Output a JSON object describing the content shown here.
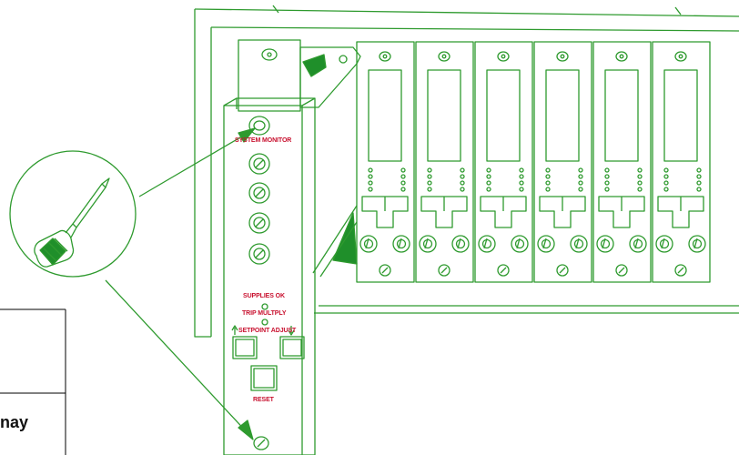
{
  "labels": {
    "system_monitor": "SYSTEM MONITOR",
    "supplies_ok": "SUPPLIES OK",
    "trip_multiply": "TRIP MULTPLY",
    "setpoint_adjust": "SETPOINT ADJUST",
    "reset": "RESET"
  },
  "cropped_text": {
    "fragment": "nay"
  },
  "colors": {
    "line_green": "#2e9a2e",
    "label_red": "#c8102e",
    "fill_green": "#1f8f2a"
  },
  "module_count": 6,
  "icons": {
    "screwdriver": "screwdriver-icon"
  }
}
